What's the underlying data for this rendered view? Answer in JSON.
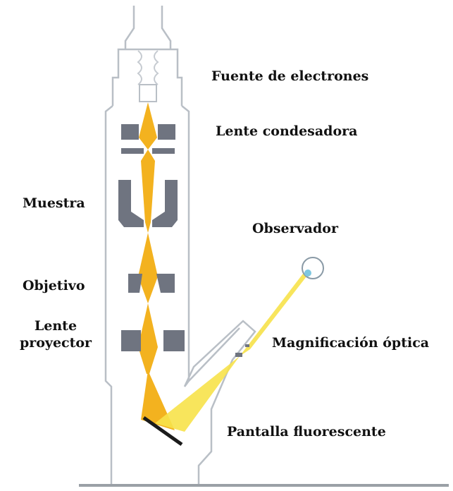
{
  "labels": {
    "electron_source": "Fuente de electrones",
    "condenser_lens": "Lente condesadora",
    "specimen": "Muestra",
    "observer": "Observador",
    "objective": "Objetivo",
    "projector_line1": "Lente",
    "projector_line2": "proyector",
    "optical_magnification": "Magnificación óptica",
    "fluorescent_screen": "Pantalla fluorescente"
  },
  "colors": {
    "column_outline": "#b9bfc6",
    "lens_fill": "#6f7480",
    "electron_beam": "#f3b21f",
    "light_beam": "#f7e24a",
    "screen": "#1b1b1b",
    "eye": "#7fc7e0",
    "base_bar": "#9aa0a6"
  },
  "icons": [
    "electron-gun-icon",
    "eye-icon"
  ]
}
